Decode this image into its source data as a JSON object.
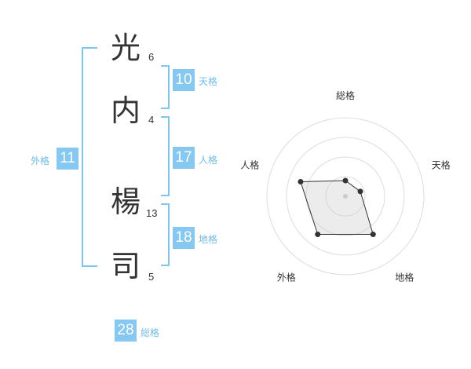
{
  "name": {
    "chars": [
      {
        "char": "光",
        "strokes": "6"
      },
      {
        "char": "内",
        "strokes": "4"
      },
      {
        "char": "楊",
        "strokes": "13"
      },
      {
        "char": "司",
        "strokes": "5"
      }
    ]
  },
  "kakusu": {
    "tenkaku": {
      "value": "10",
      "label": "天格"
    },
    "jinkaku": {
      "value": "17",
      "label": "人格"
    },
    "chikaku": {
      "value": "18",
      "label": "地格"
    },
    "gaikaku": {
      "value": "11",
      "label": "外格"
    },
    "soukaku": {
      "value": "28",
      "label": "総格"
    }
  },
  "colors": {
    "accent": "#85c8f2",
    "bracket": "#7cc7f0",
    "text": "#333333"
  },
  "chart_data": {
    "type": "radar",
    "axes": [
      "総格",
      "天格",
      "地格",
      "外格",
      "人格"
    ],
    "values": [
      1,
      1,
      3,
      3,
      3
    ],
    "max": 5,
    "rings": 4
  }
}
